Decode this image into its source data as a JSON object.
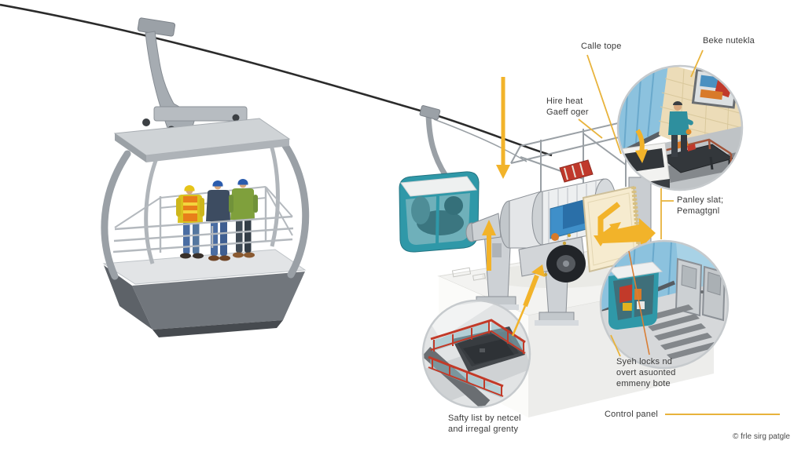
{
  "callouts": {
    "cable_rope": "Calle tope",
    "brake_materials": "Beke nutekla",
    "haul_gear": [
      "Hire heat",
      "Gaeff oger"
    ],
    "pulley_slat": [
      "Panley slat;",
      "Pemagtgnl"
    ],
    "safety_locks": [
      "Syeh locks nd",
      "overt asuonted",
      "emmeny bote"
    ],
    "safety_list": [
      "Safty list by netcel",
      "and irregal grenty"
    ],
    "control_panel": "Control panel",
    "credit": "© frle sirg patgle"
  },
  "colors": {
    "label-text": "#3A3A3A",
    "callout-yellow": "#E8B33C",
    "callout-orange": "#D97E35",
    "arrow-yellow": "#F2B32A",
    "cable-black": "#2B2B2B",
    "cabin-gray": "#9AA0A6",
    "gondola-teal": "#2F98A8",
    "vest-orange": "#E87F1A",
    "helmet-yellow": "#E6C419",
    "helmet-blue": "#2B5CAD",
    "jacket-green": "#7FA03C",
    "wall-blue": "#8CC2DE",
    "brick-cream": "#ECDCB8",
    "railing-red": "#C23A28",
    "panel-cream": "#F6EBCF",
    "motor-blue": "#3F8FC9"
  }
}
